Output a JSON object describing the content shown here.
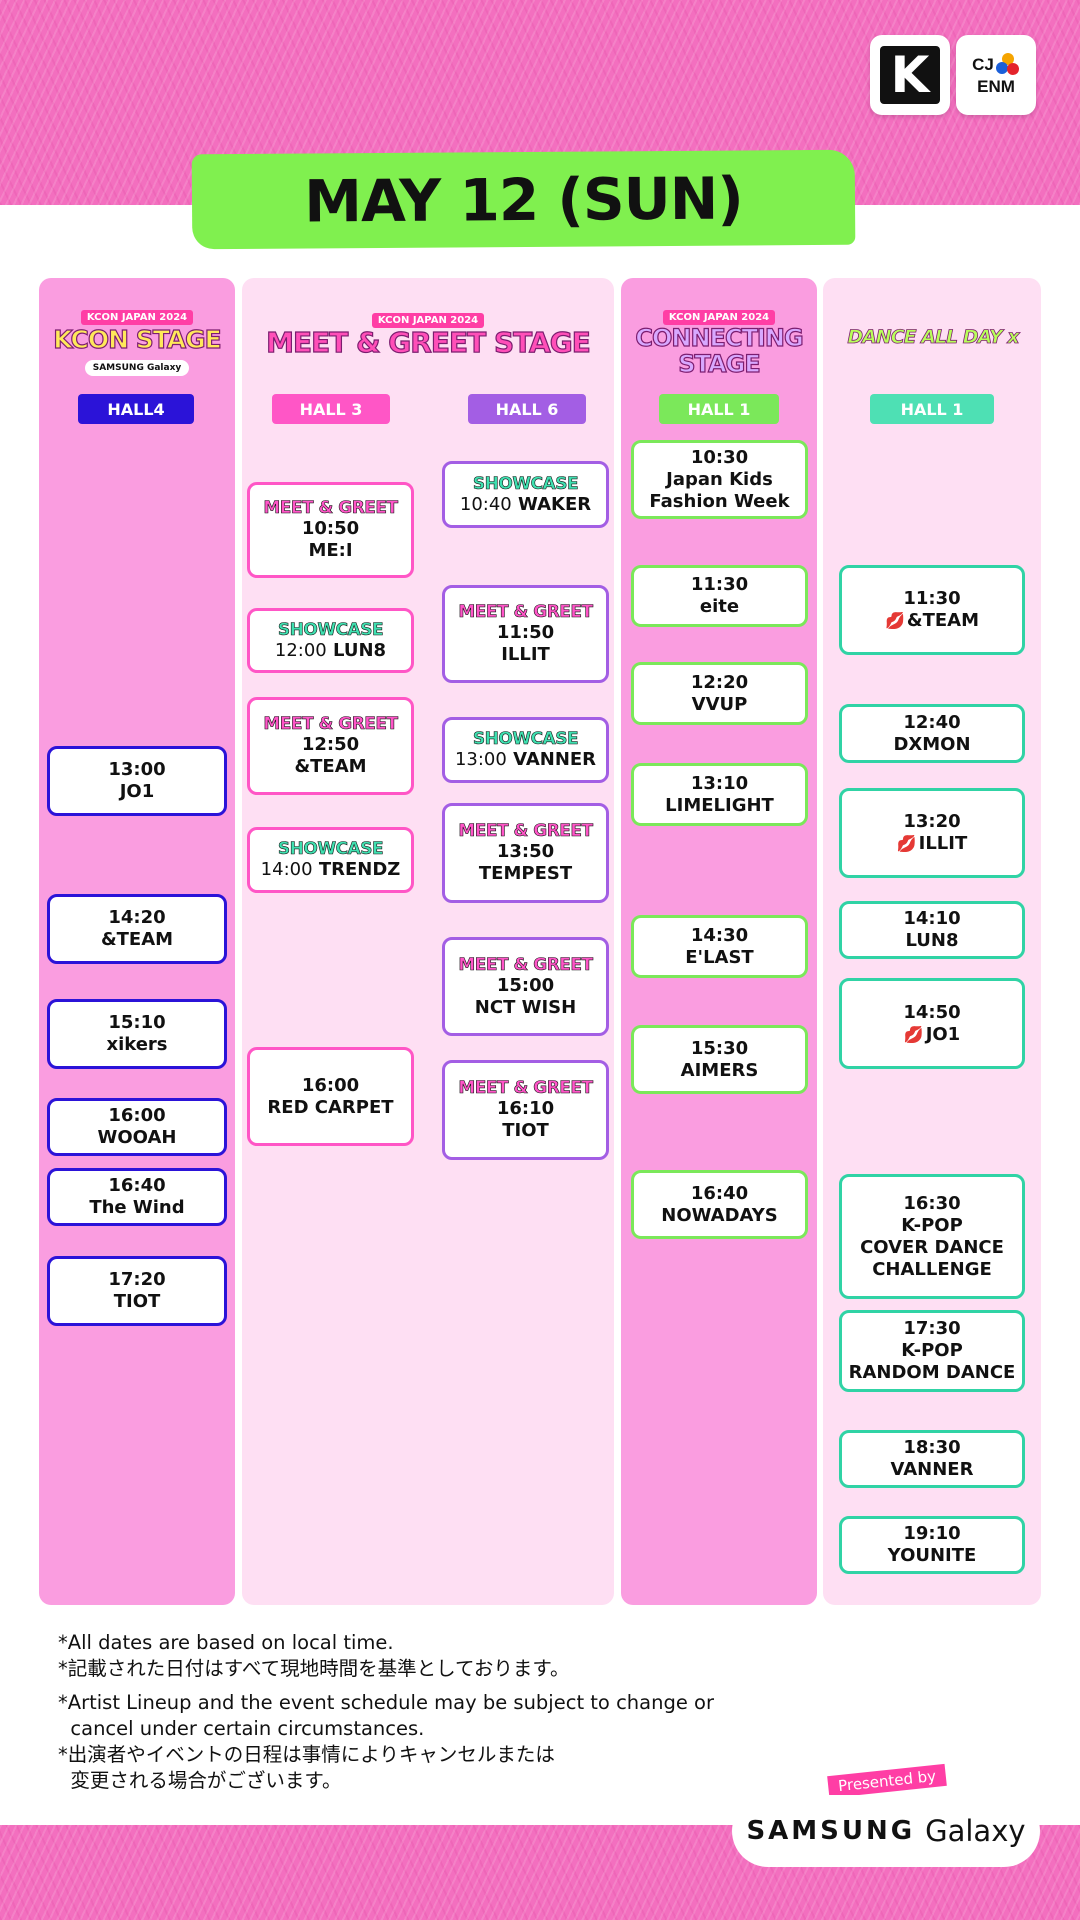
{
  "header": {
    "title": "MAY 12 (SUN)",
    "logos": {
      "kcon_icon": "kcon-icon",
      "kcon_text": "K",
      "cj_text": "CJ",
      "enm_text": "ENM"
    }
  },
  "stages": {
    "kcon": {
      "small": "KCON JAPAN 2024",
      "main": "KCON STAGE",
      "presented": "SAMSUNG Galaxy"
    },
    "meet": {
      "small": "KCON JAPAN 2024",
      "main": "MEET & GREET STAGE"
    },
    "connecting": {
      "small": "KCON JAPAN 2024",
      "main_1": "CONNECTING",
      "main_2": "STAGE"
    },
    "dance": {
      "main": "DANCE ALL DAY x"
    }
  },
  "halls": {
    "a": "HALL4",
    "b": "HALL 3",
    "b6": "HALL 6",
    "c": "HALL 1",
    "d": "HALL 1"
  },
  "hall_colors": {
    "a": "#2b13d8",
    "b": "#ff56c6",
    "b6": "#a35ee4",
    "c": "#7be85a",
    "d": "#30d3a5"
  },
  "schedule": {
    "a": [
      {
        "time": "13:00",
        "name": "JO1"
      },
      {
        "time": "14:20",
        "name": "&TEAM"
      },
      {
        "time": "15:10",
        "name": "xikers"
      },
      {
        "time": "16:00",
        "name": "WOOAH"
      },
      {
        "time": "16:40",
        "name": "The Wind"
      },
      {
        "time": "17:20",
        "name": "TIOT"
      }
    ],
    "b": [
      {
        "tag": "MEET & GREET",
        "time": "10:50",
        "name": "ME:I"
      },
      {
        "tag": "SHOWCASE",
        "time": "12:00",
        "name": "LUN8"
      },
      {
        "tag": "MEET & GREET",
        "time": "12:50",
        "name": "&TEAM"
      },
      {
        "tag": "SHOWCASE",
        "time": "14:00",
        "name": "TRENDZ"
      },
      {
        "time": "16:00",
        "name": "RED CARPET"
      }
    ],
    "b6": [
      {
        "tag": "SHOWCASE",
        "time": "10:40",
        "name": "WAKER"
      },
      {
        "tag": "MEET & GREET",
        "time": "11:50",
        "name": "ILLIT"
      },
      {
        "tag": "SHOWCASE",
        "time": "13:00",
        "name": "VANNER"
      },
      {
        "tag": "MEET & GREET",
        "time": "13:50",
        "name": "TEMPEST"
      },
      {
        "tag": "MEET & GREET",
        "time": "15:00",
        "name": "NCT WISH"
      },
      {
        "tag": "MEET & GREET",
        "time": "16:10",
        "name": "TIOT"
      }
    ],
    "c": [
      {
        "time": "10:30",
        "name_1": "Japan Kids",
        "name_2": "Fashion Week"
      },
      {
        "time": "11:30",
        "name": "eite"
      },
      {
        "time": "12:20",
        "name": "VVUP"
      },
      {
        "time": "13:10",
        "name": "LIMELIGHT"
      },
      {
        "time": "14:30",
        "name": "E'LAST"
      },
      {
        "time": "15:30",
        "name": "AIMERS"
      },
      {
        "time": "16:40",
        "name": "NOWADAYS"
      }
    ],
    "d": [
      {
        "time": "11:30",
        "name": "&TEAM"
      },
      {
        "time": "12:40",
        "name": "DXMON"
      },
      {
        "time": "13:20",
        "name": "ILLIT"
      },
      {
        "time": "14:10",
        "name": "LUN8"
      },
      {
        "time": "14:50",
        "name": "JO1"
      },
      {
        "time": "16:30",
        "name_1": "K-POP",
        "name_2": "COVER DANCE",
        "name_3": "CHALLENGE"
      },
      {
        "time": "17:30",
        "name_1": "K-POP",
        "name_2": "RANDOM DANCE"
      },
      {
        "time": "18:30",
        "name": "VANNER"
      },
      {
        "time": "19:10",
        "name": "YOUNITE"
      }
    ]
  },
  "notes": [
    "*All dates are based on local time.",
    "*記載された日付はすべて現地時間を基準としております。",
    "*Artist Lineup and the event schedule may be subject to change or",
    "  cancel under certain circumstances.",
    "*出演者やイベントの日程は事情によりキャンセルまたは",
    "  変更される場合がございます。"
  ],
  "footer": {
    "presented_by": "Presented by",
    "samsung": "SAMSUNG",
    "galaxy": "Galaxy"
  }
}
